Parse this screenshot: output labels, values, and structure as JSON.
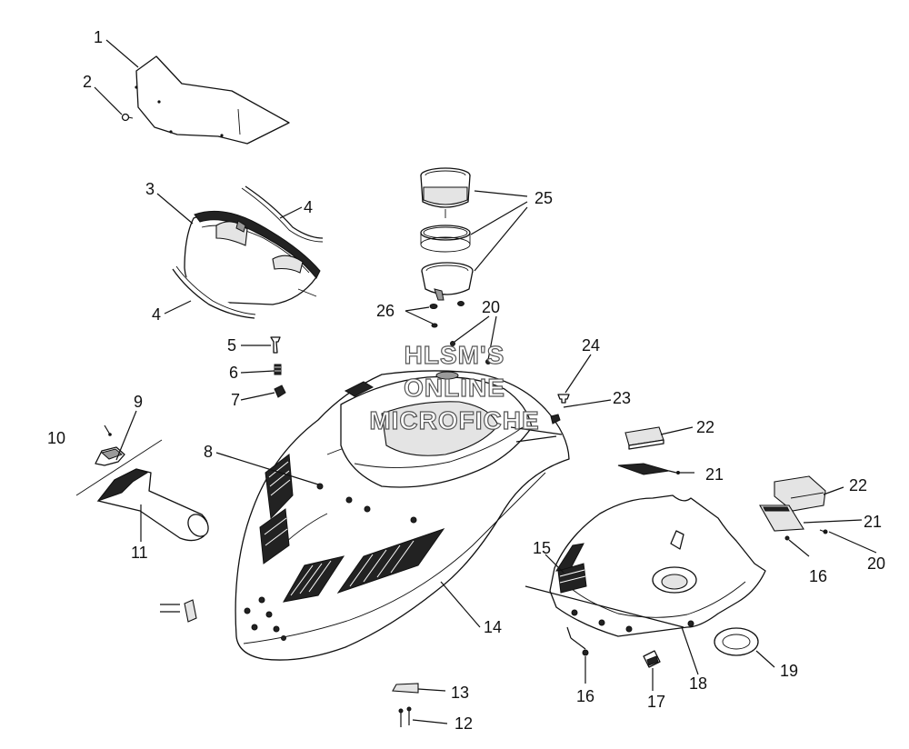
{
  "watermark": {
    "line1": "HLSM'S",
    "line2": "ONLINE",
    "line3": "MICROFICHE"
  },
  "callouts": [
    {
      "id": "c1",
      "label": "1"
    },
    {
      "id": "c2",
      "label": "2"
    },
    {
      "id": "c3",
      "label": "3"
    },
    {
      "id": "c4a",
      "label": "4"
    },
    {
      "id": "c4b",
      "label": "4"
    },
    {
      "id": "c5",
      "label": "5"
    },
    {
      "id": "c6",
      "label": "6"
    },
    {
      "id": "c7",
      "label": "7"
    },
    {
      "id": "c8",
      "label": "8"
    },
    {
      "id": "c9",
      "label": "9"
    },
    {
      "id": "c10",
      "label": "10"
    },
    {
      "id": "c11",
      "label": "11"
    },
    {
      "id": "c12",
      "label": "12"
    },
    {
      "id": "c13",
      "label": "13"
    },
    {
      "id": "c14",
      "label": "14"
    },
    {
      "id": "c15",
      "label": "15"
    },
    {
      "id": "c16a",
      "label": "16"
    },
    {
      "id": "c16b",
      "label": "16"
    },
    {
      "id": "c17",
      "label": "17"
    },
    {
      "id": "c18",
      "label": "18"
    },
    {
      "id": "c19",
      "label": "19"
    },
    {
      "id": "c20a",
      "label": "20"
    },
    {
      "id": "c20b",
      "label": "20"
    },
    {
      "id": "c21a",
      "label": "21"
    },
    {
      "id": "c21b",
      "label": "21"
    },
    {
      "id": "c22a",
      "label": "22"
    },
    {
      "id": "c22b",
      "label": "22"
    },
    {
      "id": "c23",
      "label": "23"
    },
    {
      "id": "c24",
      "label": "24"
    },
    {
      "id": "c25",
      "label": "25"
    },
    {
      "id": "c26",
      "label": "26"
    }
  ]
}
